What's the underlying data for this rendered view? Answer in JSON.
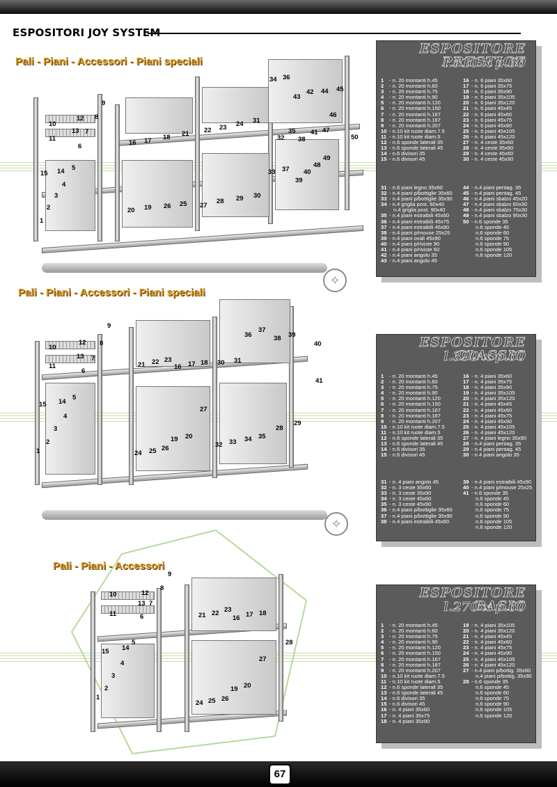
{
  "header": {
    "brand": "ESPOSITORI JOY SYSTEM"
  },
  "page_number": "67",
  "sections": [
    {
      "subtitle": "Pali - Piani - Accessori - Piani speciali",
      "title": "ESPOSITORE PRESTIGE",
      "size": "l.510 x p.60",
      "col1": [
        [
          "1",
          "- n. 20 montanti h.45"
        ],
        [
          "2",
          "- n. 20 montanti h.60"
        ],
        [
          "3",
          "- n. 20 montanti h.75"
        ],
        [
          "4",
          "- n. 20 montanti h.90"
        ],
        [
          "5",
          "- n. 20 montanti h.120"
        ],
        [
          "6",
          "- n. 20 montanti h.150"
        ],
        [
          "7",
          "- n. 20 montanti h.167"
        ],
        [
          "8",
          "- n. 20 montanti h.187"
        ],
        [
          "9",
          "- n. 20 montanti h.207"
        ],
        [
          "10",
          "- n.10 kit ruote diam.7.5"
        ],
        [
          "11",
          "- n.10 kit ruote diam.5"
        ],
        [
          "12",
          "- n.6 sponde laterali 35"
        ],
        [
          "13",
          "- n.6 sponde laterali 45"
        ],
        [
          "14",
          "- n.6 divisori 35"
        ],
        [
          "15",
          "- n.6 divisori 45"
        ]
      ],
      "col2": [
        [
          "16",
          "- n. 6 piani 35x60"
        ],
        [
          "17",
          "- n. 6 piani 35x75"
        ],
        [
          "18",
          "- n. 6 piani 35x90"
        ],
        [
          "19",
          "- n. 6 piani 35x105"
        ],
        [
          "20",
          "- n. 6 piani 35x120"
        ],
        [
          "21",
          "- n. 6 piani 45x45"
        ],
        [
          "22",
          "- n. 6 piani 45x60"
        ],
        [
          "23",
          "- n. 6 piani 45x75"
        ],
        [
          "24",
          "- n. 6 piani 45x90"
        ],
        [
          "25",
          "- n. 6 piani 45x105"
        ],
        [
          "26",
          "- n. 6 piani 45x120"
        ],
        [
          "27",
          "- n. 4 ceste 35x60"
        ],
        [
          "28",
          "- n. 4 ceste 35x90"
        ],
        [
          "29",
          "- n. 4 ceste 45x60"
        ],
        [
          "30",
          "- n. 4 ceste 45x90"
        ]
      ],
      "col3": [
        [
          "31",
          "- n.6 piani legno 35x90"
        ],
        [
          "32",
          "- n.4 piani p/bottiglie 35x60"
        ],
        [
          "33",
          "- n.4 piani p/bottiglie 35x90"
        ],
        [
          "34",
          "- n.4 griglia post. 60x40"
        ],
        [
          "",
          "n.4 griglia post. 90x40"
        ],
        [
          "35",
          "- n.4 piani estraibili 45x60"
        ],
        [
          "36",
          "- n.4 piani estraibili 45x75"
        ],
        [
          "37",
          "- n.4 piani estraibili 45x90"
        ],
        [
          "38",
          "- n.4 piani p/mouse 25x25"
        ],
        [
          "39",
          "- n.4 piani ovali 45x90"
        ],
        [
          "40",
          "- n.4 piani p/riviste 90"
        ],
        [
          "41",
          "- n.4 piani p/riviste 60"
        ],
        [
          "42",
          "- n.4 piani angolo 35"
        ],
        [
          "43",
          "- n.4 piani angolo 45"
        ]
      ],
      "col4": [
        [
          "44",
          "- n.4 piani pentag. 35"
        ],
        [
          "45",
          "- n.4 piani pentag. 45"
        ],
        [
          "46",
          "- n.4 piani sbalzo 45x20"
        ],
        [
          "47",
          "- n.4 piani sbalzo 60x30"
        ],
        [
          "48",
          "- n.4 piani sbalzo 75x30"
        ],
        [
          "49",
          "- n.4 piani sbalzo 90x30"
        ],
        [
          "50",
          "- n.6 sponde 35"
        ],
        [
          "",
          "n.6 sponde 45"
        ],
        [
          "",
          "n.6 sponde 60"
        ],
        [
          "",
          "n.6 sponde 75"
        ],
        [
          "",
          "n.6 sponde 90"
        ],
        [
          "",
          "n.6 sponde 105"
        ],
        [
          "",
          "n.6 sponde 120"
        ]
      ]
    },
    {
      "subtitle": "Pali - Piani - Accessori - Piani speciali",
      "title": "ESPOSITORE CLASSIC",
      "size": "l.390 x p.60",
      "col1": [
        [
          "1",
          "- n. 20 montanti h.45"
        ],
        [
          "2",
          "- n. 20 montanti h.60"
        ],
        [
          "3",
          "- n. 20 montanti h.75"
        ],
        [
          "4",
          "- n. 20 montanti h.90"
        ],
        [
          "5",
          "- n. 20 montanti h.120"
        ],
        [
          "6",
          "- n. 20 montanti h.150"
        ],
        [
          "7",
          "- n. 20 montanti h.167"
        ],
        [
          "8",
          "- n. 20 montanti h.187"
        ],
        [
          "9",
          "- n. 20 montanti h.207"
        ],
        [
          "10",
          "- n.10 kit ruote diam.7.5"
        ],
        [
          "11",
          "- n.10 kit ruote diam.5"
        ],
        [
          "12",
          "- n.6 sponde laterali 35"
        ],
        [
          "13",
          "- n.6 sponde laterali 45"
        ],
        [
          "14",
          "- n.6 divisori 35"
        ],
        [
          "15",
          "- n.6 divisori 45"
        ]
      ],
      "col2": [
        [
          "16",
          "- n. 4 piani 35x60"
        ],
        [
          "17",
          "- n. 4 piani 35x75"
        ],
        [
          "18",
          "- n. 4 piani 35x90"
        ],
        [
          "19",
          "- n. 4 piani 35x105"
        ],
        [
          "20",
          "- n. 4 piani 35x120"
        ],
        [
          "21",
          "- n. 4 piani 45x45"
        ],
        [
          "22",
          "- n. 4 piani 45x60"
        ],
        [
          "23",
          "- n. 4 piani 45x75"
        ],
        [
          "24",
          "- n. 4 piani 45x90"
        ],
        [
          "25",
          "- n. 4 piani 45x105"
        ],
        [
          "26",
          "- n. 4 piani 45x120"
        ],
        [
          "27",
          "- n. 4 piani legno 35x90"
        ],
        [
          "28",
          "- n.4 piani pentag. 35"
        ],
        [
          "29",
          "- n.4 piani pentag. 45"
        ],
        [
          "30",
          "- n.4 piani angolo 35"
        ]
      ],
      "col3": [
        [
          "31",
          "- n. 4 piani angolo 45"
        ],
        [
          "32",
          "- n. 3 ceste 35x60"
        ],
        [
          "33",
          "- n. 3 ceste 35x90"
        ],
        [
          "34",
          "- n. 3 ceste 45x60"
        ],
        [
          "35",
          "- n. 3 ceste 45x90"
        ],
        [
          "36",
          "- n.4 piani p/bottiglie 35x60"
        ],
        [
          "37",
          "- n.4 piani p/bottiglie 35x90"
        ],
        [
          "38",
          "- n.4 piani estraibili 45x60"
        ]
      ],
      "col4": [
        [
          "39",
          "- n.4 piani estraibili 45x90"
        ],
        [
          "40",
          "- n.4 piani p/mouse 25x25"
        ],
        [
          "41",
          "- n.6 sponde 35"
        ],
        [
          "",
          "n.6 sponde 45"
        ],
        [
          "",
          "n.6 sponde 60"
        ],
        [
          "",
          "n.6 sponde 75"
        ],
        [
          "",
          "n.6 sponde 90"
        ],
        [
          "",
          "n.6 sponde 105"
        ],
        [
          "",
          "n.6 sponde 120"
        ]
      ]
    },
    {
      "subtitle": "Pali - Piani - Accessori",
      "title": "ESPOSITORE BASIC",
      "size": "l.270 x p.60",
      "col1": [
        [
          "1",
          "- n. 20 montanti h.45"
        ],
        [
          "2",
          "- n. 20 montanti h.60"
        ],
        [
          "3",
          "- n. 20 montanti h.75"
        ],
        [
          "4",
          "- n. 20 montanti h.90"
        ],
        [
          "5",
          "- n. 20 montanti h.120"
        ],
        [
          "6",
          "- n. 20 montanti h.150"
        ],
        [
          "7",
          "- n. 20 montanti h.167"
        ],
        [
          "8",
          "- n. 20 montanti h.187"
        ],
        [
          "9",
          "- n. 20 montanti h.207"
        ],
        [
          "10",
          "- n.10 kit ruote diam.7.5"
        ],
        [
          "11",
          "- n.10 kit ruote diam.5"
        ],
        [
          "12",
          "- n.6 sponde laterali 35"
        ],
        [
          "13",
          "- n.6 sponde laterali 45"
        ],
        [
          "14",
          "- n.6 divisori 35"
        ],
        [
          "15",
          "- n.6 divisori 45"
        ],
        [
          "16",
          "- n. 4 piani 35x60"
        ],
        [
          "17",
          "- n. 4 piani 35x75"
        ],
        [
          "18",
          "- n. 4 piani 35x90"
        ]
      ],
      "col2": [
        [
          "19",
          "- n. 4 piani 35x105"
        ],
        [
          "20",
          "- n. 4 piani 35x120"
        ],
        [
          "21",
          "- n. 4 piani 45x45"
        ],
        [
          "22",
          "- n. 4 piani 45x60"
        ],
        [
          "23",
          "- n. 4 piani 45x75"
        ],
        [
          "24",
          "- n. 4 piani 45x90"
        ],
        [
          "25",
          "- n. 4 piani 45x105"
        ],
        [
          "26",
          "- n. 4 piani 45x120"
        ],
        [
          "27",
          "- n.4 piani p/bottig. 35x60"
        ],
        [
          "",
          "n.4 piani p/bottig. 35x90"
        ],
        [
          "28",
          "- n.6 sponde 35"
        ],
        [
          "",
          "n.6 sponde 45"
        ],
        [
          "",
          "n.6 sponde 60"
        ],
        [
          "",
          "n.6 sponde 75"
        ],
        [
          "",
          "n.6 sponde 90"
        ],
        [
          "",
          "n.6 sponde 105"
        ],
        [
          "",
          "n.6 sponde 120"
        ]
      ]
    }
  ],
  "callouts": {
    "prestige": [
      "1",
      "2",
      "3",
      "4",
      "5",
      "6",
      "7",
      "8",
      "9",
      "10",
      "11",
      "12",
      "13",
      "14",
      "15",
      "16",
      "17",
      "18",
      "19",
      "20",
      "21",
      "22",
      "23",
      "24",
      "25",
      "26",
      "27",
      "28",
      "29",
      "30",
      "31",
      "32",
      "33",
      "34",
      "35",
      "36",
      "37",
      "38",
      "39",
      "40",
      "41",
      "42",
      "43",
      "44",
      "45",
      "46",
      "47",
      "48",
      "49",
      "50"
    ],
    "classic": [
      "1",
      "2",
      "3",
      "4",
      "5",
      "6",
      "7",
      "8",
      "9",
      "10",
      "11",
      "12",
      "13",
      "14",
      "15",
      "16",
      "17",
      "18",
      "19",
      "20",
      "21",
      "22",
      "23",
      "24",
      "25",
      "26",
      "27",
      "28",
      "29",
      "30",
      "31",
      "32",
      "33",
      "34",
      "35",
      "36",
      "37",
      "38",
      "39",
      "40",
      "41"
    ],
    "basic": [
      "1",
      "2",
      "3",
      "4",
      "5",
      "6",
      "7",
      "8",
      "9",
      "10",
      "11",
      "12",
      "13",
      "14",
      "15",
      "16",
      "17",
      "18",
      "19",
      "20",
      "21",
      "22",
      "23",
      "24",
      "25",
      "26",
      "27",
      "28"
    ]
  },
  "colors": {
    "panel": "#5b5b5b",
    "subtitle": "#d49a1c",
    "stripes": "#c6dca8",
    "hexagon": "#b5d99a"
  }
}
